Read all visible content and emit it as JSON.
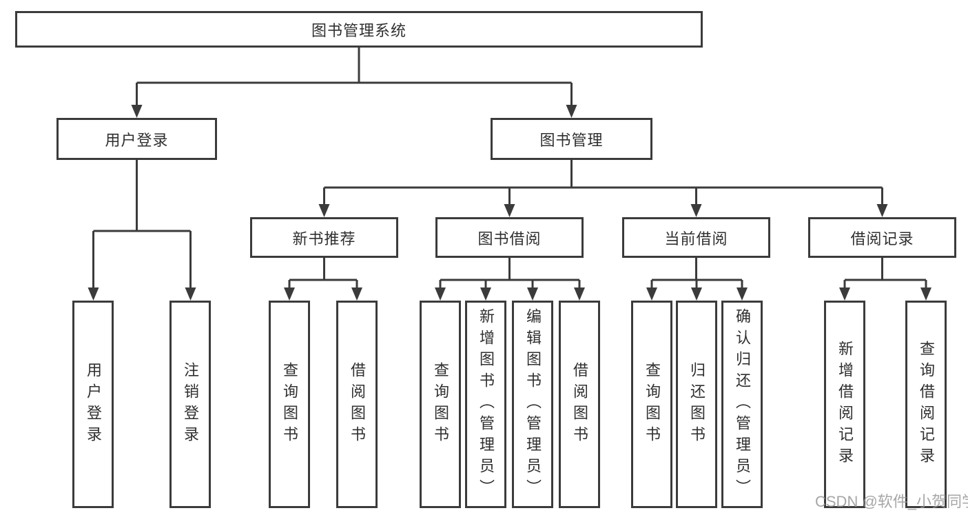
{
  "diagram_title": "图书管理系统",
  "colors": {
    "line": "#3b3b3b",
    "border": "#3b3b3b",
    "text": "#2f2f2f",
    "background": "#ffffff",
    "watermark": "#969696"
  },
  "tree": {
    "root": "图书管理系统",
    "children": [
      {
        "label": "用户登录",
        "children": [
          {
            "label": "用户登录"
          },
          {
            "label": "注销登录"
          }
        ]
      },
      {
        "label": "图书管理",
        "children": [
          {
            "label": "新书推荐",
            "children": [
              {
                "label": "查询图书"
              },
              {
                "label": "借阅图书"
              }
            ]
          },
          {
            "label": "图书借阅",
            "children": [
              {
                "label": "查询图书"
              },
              {
                "label": "新增图书（管理员）"
              },
              {
                "label": "编辑图书（管理员）"
              },
              {
                "label": "借阅图书"
              }
            ]
          },
          {
            "label": "当前借阅",
            "children": [
              {
                "label": "查询图书"
              },
              {
                "label": "归还图书"
              },
              {
                "label": "确认归还（管理员）"
              }
            ]
          },
          {
            "label": "借阅记录",
            "children": [
              {
                "label": "新增借阅记录"
              },
              {
                "label": "查询借阅记录"
              }
            ]
          }
        ]
      }
    ]
  },
  "watermark": "CSDN @软件_小贺同学"
}
